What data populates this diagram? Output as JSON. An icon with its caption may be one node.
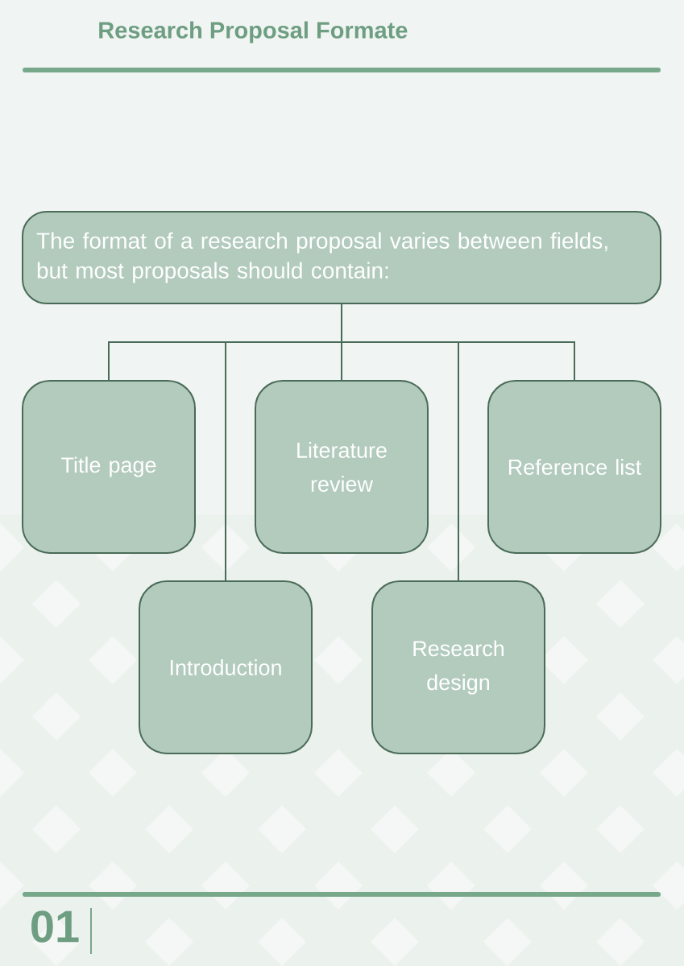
{
  "diagram": {
    "title": "Research Proposal Formate",
    "nodes": [
      {
        "text": [
          "The format of a research proposal varies between fields, but most proposals should contain:"
        ]
      },
      {
        "text": [
          "Title page"
        ]
      },
      {
        "text": [
          "Introduction"
        ]
      },
      {
        "text": [
          "Literature review"
        ]
      },
      {
        "text": [
          "Research design"
        ]
      },
      {
        "text": [
          "Reference list"
        ]
      }
    ],
    "edges": [
      {
        "from": 0,
        "to": 1,
        "arrow": "none"
      },
      {
        "from": 0,
        "to": 2,
        "arrow": "none"
      },
      {
        "from": 0,
        "to": 3,
        "arrow": "none"
      },
      {
        "from": 0,
        "to": 4,
        "arrow": "none"
      },
      {
        "from": 0,
        "to": 5,
        "arrow": "none"
      }
    ],
    "labels": [
      "01"
    ]
  }
}
